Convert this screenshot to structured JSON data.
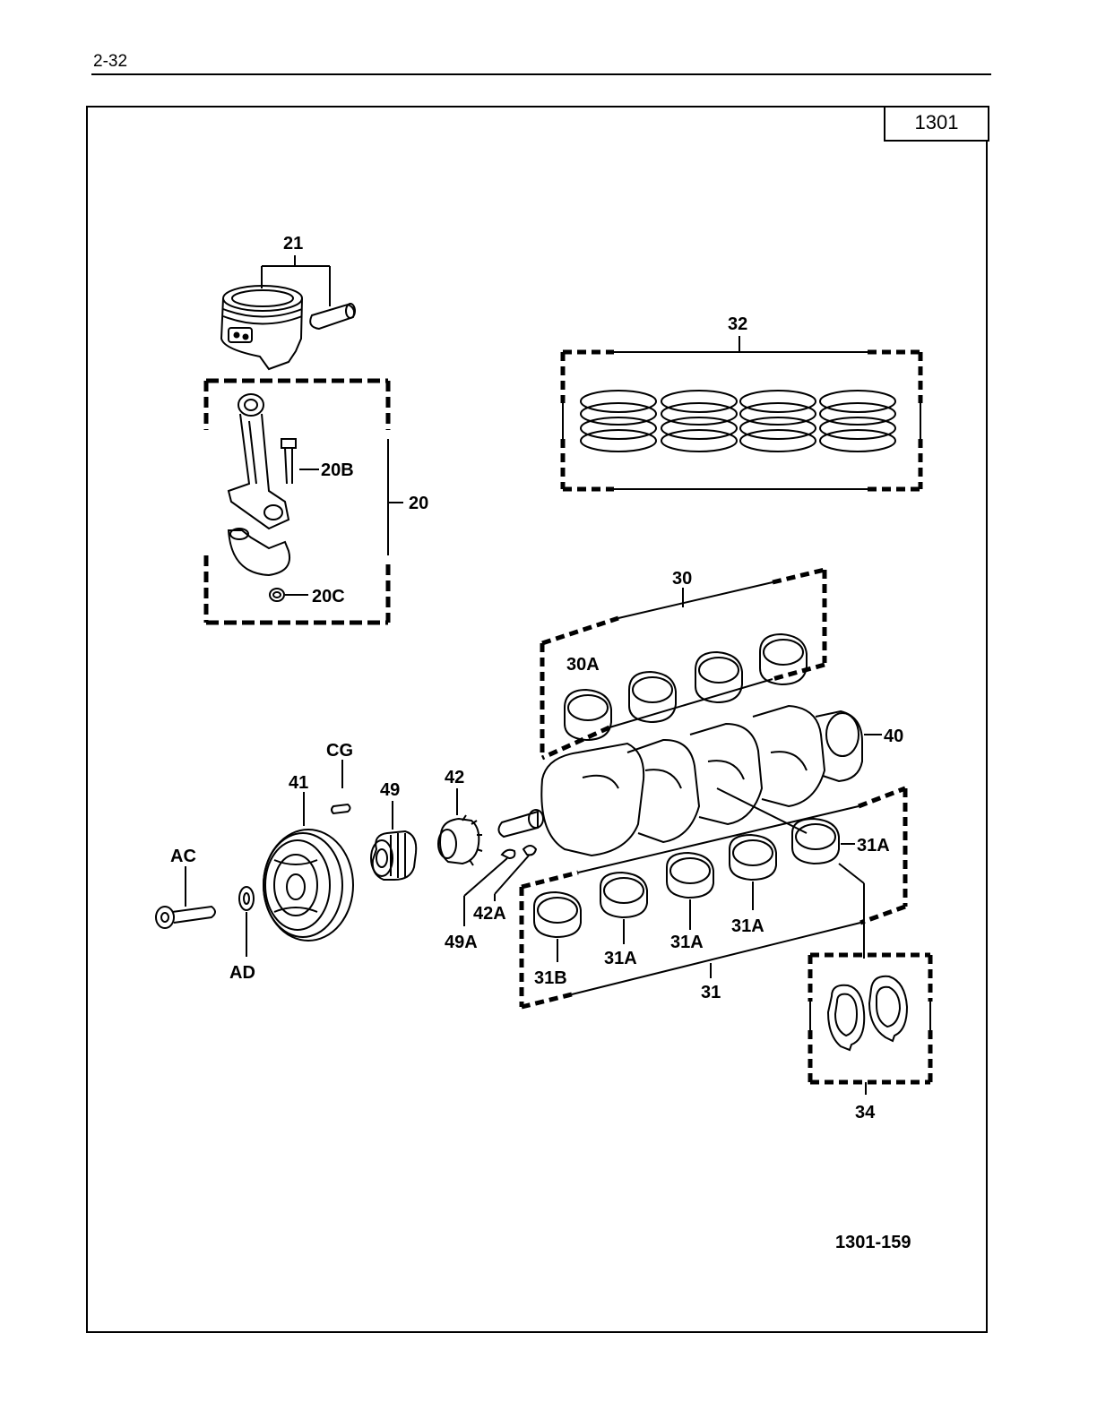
{
  "page": {
    "page_number": "2-32",
    "section_code": "1301",
    "figure_id": "1301-159"
  },
  "callouts": {
    "c21": "21",
    "c20B": "20B",
    "c20": "20",
    "c20C": "20C",
    "c32": "32",
    "c30": "30",
    "c30A": "30A",
    "c40": "40",
    "cCG": "CG",
    "c41": "41",
    "c49": "49",
    "c42": "42",
    "cAC": "AC",
    "cAD": "AD",
    "c42A": "42A",
    "c49A": "49A",
    "c31A_1": "31A",
    "c31A_2": "31A",
    "c31A_3": "31A",
    "c31A_4": "31A",
    "c31B": "31B",
    "c31": "31",
    "c34": "34"
  }
}
